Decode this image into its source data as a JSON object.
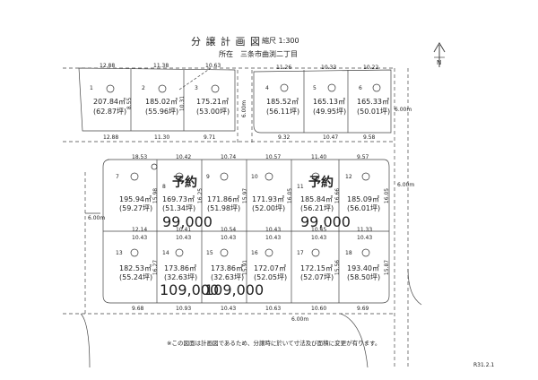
{
  "header": {
    "title": "分 譲 計 画 図",
    "scale": "縮尺 1:300",
    "location": "所在　三条市曲渕二丁目"
  },
  "north_mark": "N",
  "lots": [
    {
      "no": "1",
      "area": "207.84㎡",
      "tsubo": "(62.87坪)"
    },
    {
      "no": "2",
      "area": "185.02㎡",
      "tsubo": "(55.96坪)"
    },
    {
      "no": "3",
      "area": "175.21㎡",
      "tsubo": "(53.00坪)"
    },
    {
      "no": "4",
      "area": "185.52㎡",
      "tsubo": "(56.11坪)"
    },
    {
      "no": "5",
      "area": "165.13㎡",
      "tsubo": "(49.95坪)"
    },
    {
      "no": "6",
      "area": "165.33㎡",
      "tsubo": "(50.01坪)"
    },
    {
      "no": "7",
      "area": "195.94㎡",
      "tsubo": "(59.27坪)"
    },
    {
      "no": "8",
      "area": "169.73㎡",
      "tsubo": "(51.34坪)",
      "reserved": "予約",
      "price": "99,000"
    },
    {
      "no": "9",
      "area": "171.86㎡",
      "tsubo": "(51.98坪)"
    },
    {
      "no": "10",
      "area": "171.93㎡",
      "tsubo": "(52.00坪)"
    },
    {
      "no": "11",
      "area": "185.84㎡",
      "tsubo": "(56.21坪)",
      "reserved": "予約",
      "price": "99,000"
    },
    {
      "no": "12",
      "area": "185.09㎡",
      "tsubo": "(56.01坪)"
    },
    {
      "no": "13",
      "area": "182.53㎡",
      "tsubo": "(55.24坪)"
    },
    {
      "no": "14",
      "area": "173.86㎡",
      "tsubo": "(32.63坪)",
      "price": "109,000"
    },
    {
      "no": "15",
      "area": "173.86㎡",
      "tsubo": "(32.63坪)",
      "price": "109,000"
    },
    {
      "no": "16",
      "area": "172.07㎡",
      "tsubo": "(52.05坪)"
    },
    {
      "no": "17",
      "area": "172.15㎡",
      "tsubo": "(52.07坪)"
    },
    {
      "no": "18",
      "area": "193.40㎡",
      "tsubo": "(58.50坪)"
    }
  ],
  "road_widths": {
    "w1": "6.00m",
    "w2": "6.00m",
    "w3": "6.00m",
    "w4": "6.00m",
    "w5": "6.00m"
  },
  "dims": {
    "top1": "12.88",
    "top2": "11.38",
    "top3": "10.63",
    "top4": "11.26",
    "top5": "10.33",
    "top6": "10.22",
    "mid1": "12.88",
    "mid2": "11.30",
    "mid3": "9.71",
    "mid4": "9.32",
    "mid5": "10.47",
    "mid6": "9.58",
    "r1": "18.53",
    "r2": "10.42",
    "r3": "10.74",
    "r4": "10.57",
    "r5": "11.40",
    "r6": "9.57",
    "b1": "12.14",
    "b2": "10.41",
    "b3": "10.54",
    "b4": "10.43",
    "b5": "10.45",
    "b6": "11.33",
    "c1": "10.43",
    "c2": "10.43",
    "c3": "10.43",
    "c4": "10.43",
    "c5": "10.43",
    "c6": "10.43",
    "f1": "9.68",
    "f2": "10.93",
    "f3": "10.43",
    "f4": "10.63",
    "f5": "10.60",
    "f6": "9.69",
    "v1": "8.55",
    "v2": "10.31",
    "v3": "15.98",
    "v4": "16.25",
    "v5": "15.97",
    "v6": "16.05",
    "v7": "16.66",
    "v8": "16.05",
    "v9": "16.27",
    "v10": "15.91",
    "v11": "15.56",
    "v12": "15.87"
  },
  "footnote": "※この図面は計画図であるため、分譲時に於いて寸法及び面積に変更が有ります。",
  "doc_code": "R31.2.1"
}
